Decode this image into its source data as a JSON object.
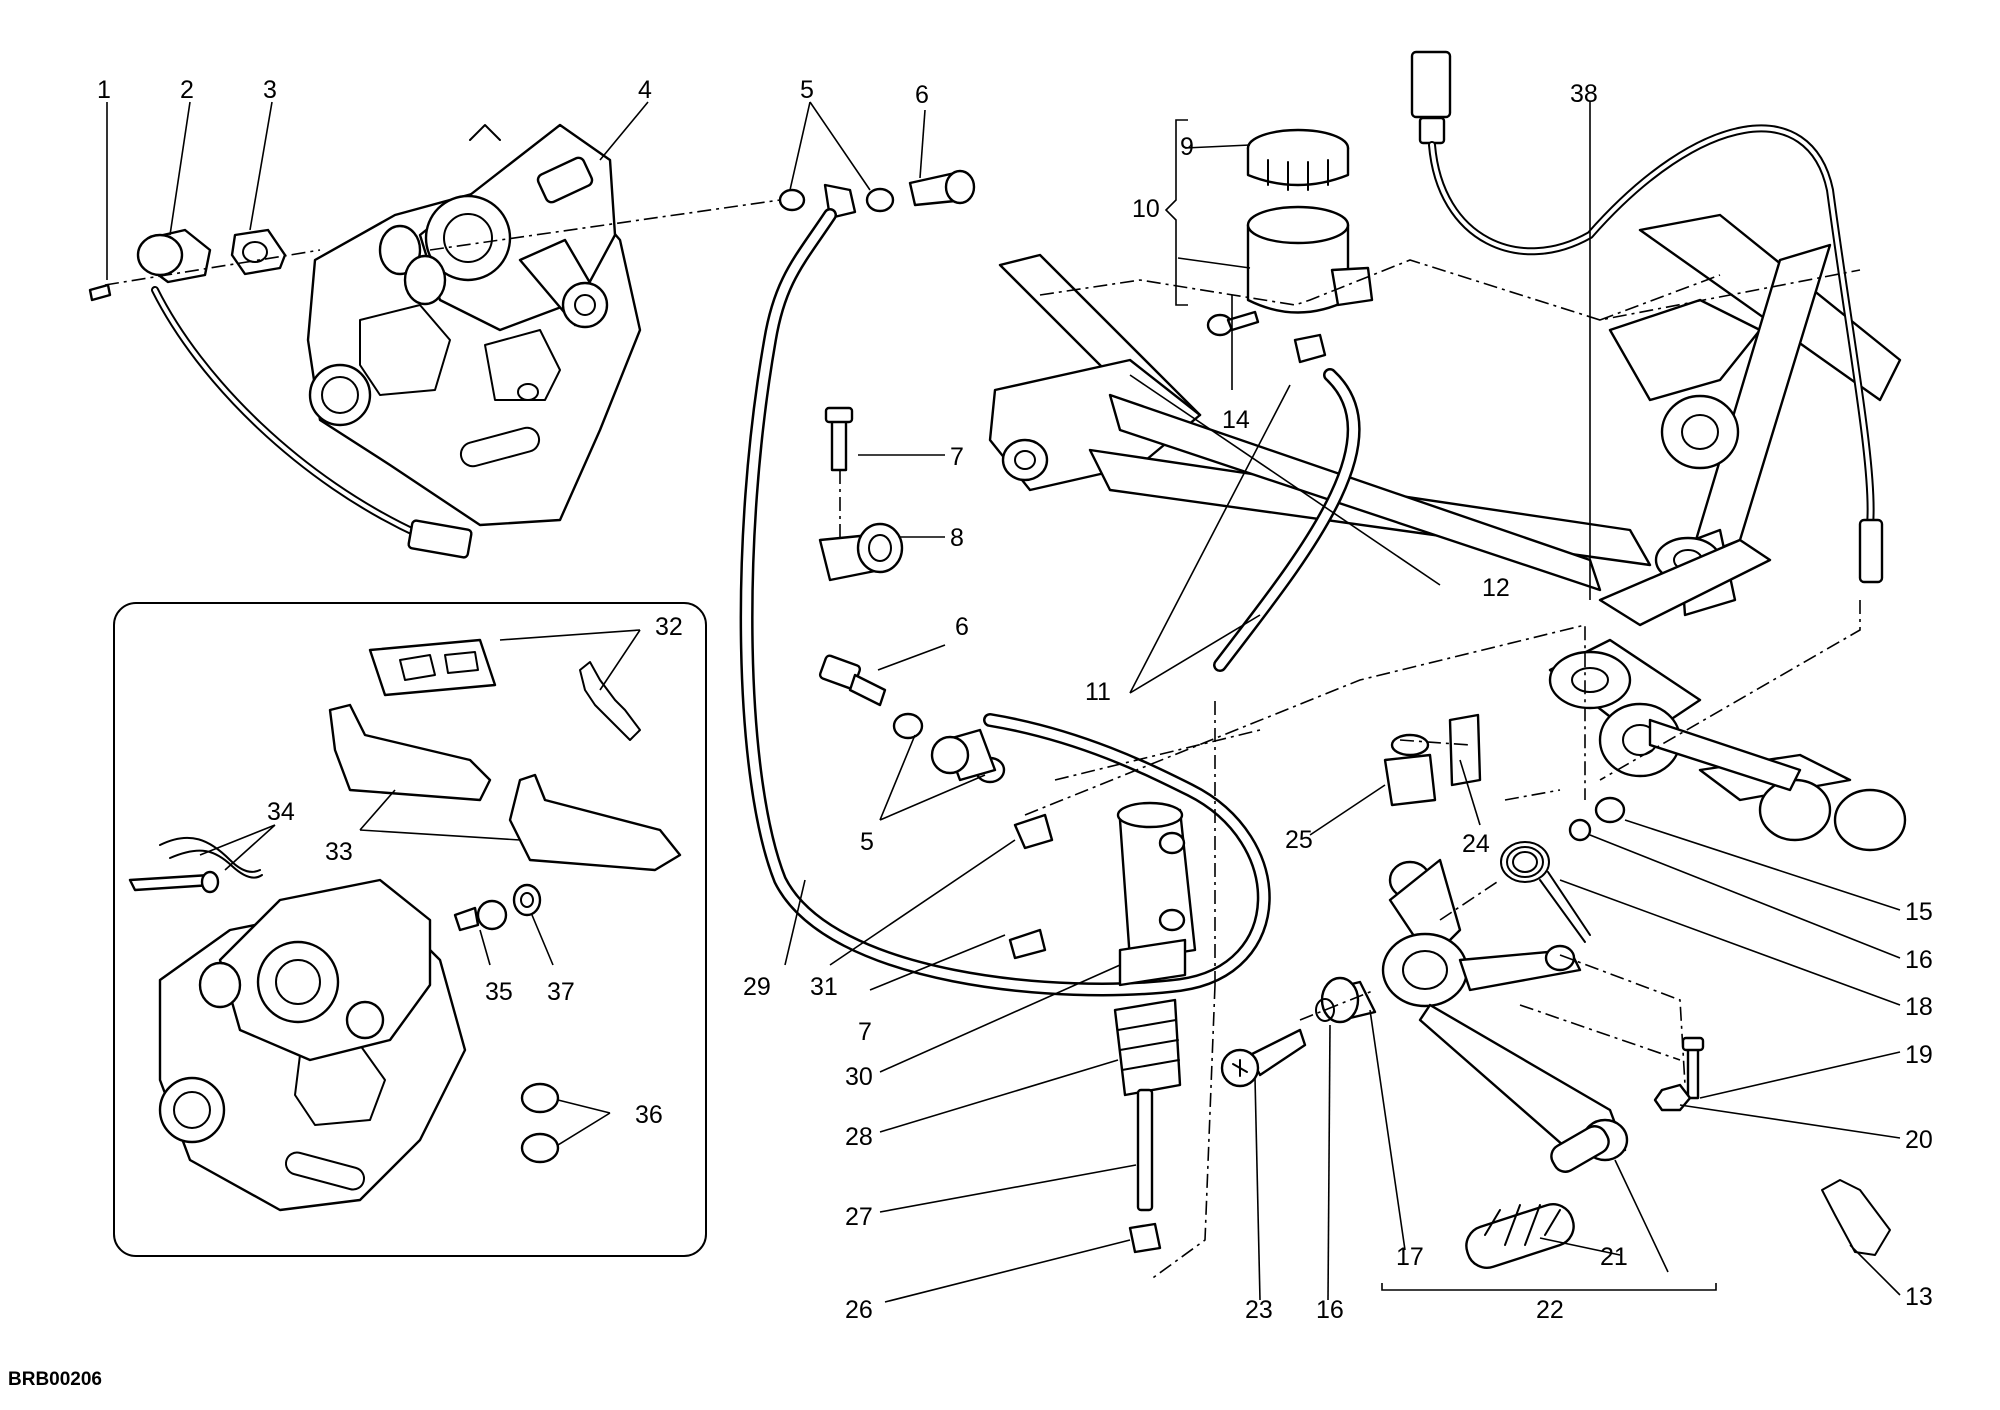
{
  "diagram": {
    "code": "BRB00206",
    "callouts": [
      "1",
      "2",
      "3",
      "4",
      "5",
      "6",
      "7",
      "8",
      "9",
      "10",
      "11",
      "12",
      "13",
      "14",
      "15",
      "16",
      "17",
      "18",
      "19",
      "20",
      "21",
      "22",
      "23",
      "24",
      "25",
      "26",
      "27",
      "28",
      "29",
      "30",
      "31",
      "32",
      "33",
      "34",
      "35",
      "36",
      "37",
      "38"
    ],
    "repeat_callouts": {
      "5": "5",
      "6": "6",
      "7": "7",
      "16": "16"
    }
  }
}
